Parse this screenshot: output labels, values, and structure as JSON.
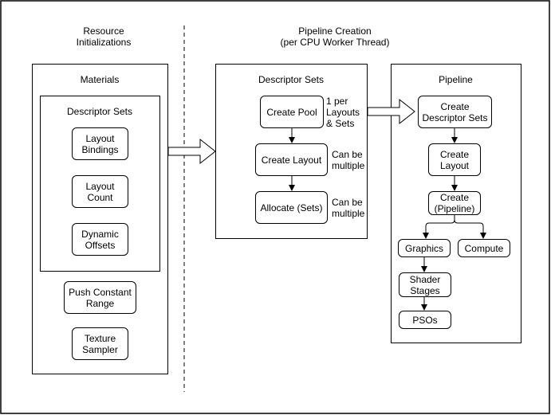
{
  "headers": {
    "resource": "Resource\nInitializations",
    "pipeline_creation": "Pipeline Creation\n(per CPU Worker Thread)"
  },
  "left_panel": {
    "title": "Materials",
    "descriptor_sets": {
      "title": "Descriptor Sets",
      "items": [
        "Layout\nBindings",
        "Layout\nCount",
        "Dynamic\nOffsets"
      ]
    },
    "push_constant": "Push Constant\nRange",
    "texture_sampler": "Texture\nSampler"
  },
  "middle_panel": {
    "title": "Descriptor Sets",
    "create_pool": "Create Pool",
    "create_pool_note": "1 per\nLayouts\n& Sets",
    "create_layout": "Create Layout",
    "create_layout_note": "Can be\nmultiple",
    "allocate": "Allocate (Sets)",
    "allocate_note": "Can be\nmultiple"
  },
  "right_panel": {
    "title": "Pipeline",
    "create_descriptor_sets": "Create\nDescriptor Sets",
    "create_layout": "Create\nLayout",
    "create_pipeline": "Create\n(Pipeline)",
    "graphics": "Graphics",
    "compute": "Compute",
    "shader_stages": "Shader\nStages",
    "psos": "PSOs"
  }
}
